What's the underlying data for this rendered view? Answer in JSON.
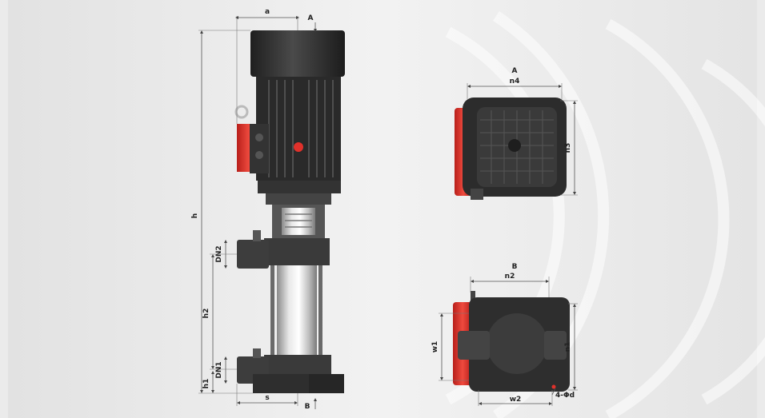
{
  "colors": {
    "background": "#ebebeb",
    "motor_dark": "#2b2b2b",
    "accent_red": "#e0312b",
    "steel": "#c9c9c9",
    "dimension_line": "#555555"
  },
  "front_view": {
    "dim_a": "a",
    "marker_A": "A",
    "dim_h": "h",
    "dim_DN2": "DN2",
    "dim_h2": "h2",
    "dim_DN1": "DN1",
    "dim_h1": "h1",
    "dim_s": "s",
    "marker_B": "B"
  },
  "top_view_A": {
    "title": "A",
    "dim_n4": "n4",
    "dim_n3": "n3"
  },
  "top_view_B": {
    "title": "B",
    "dim_n2": "n2",
    "dim_w1": "w1",
    "dim_n1": "n1",
    "dim_w2": "w2",
    "dim_holes": "4-Φd"
  }
}
